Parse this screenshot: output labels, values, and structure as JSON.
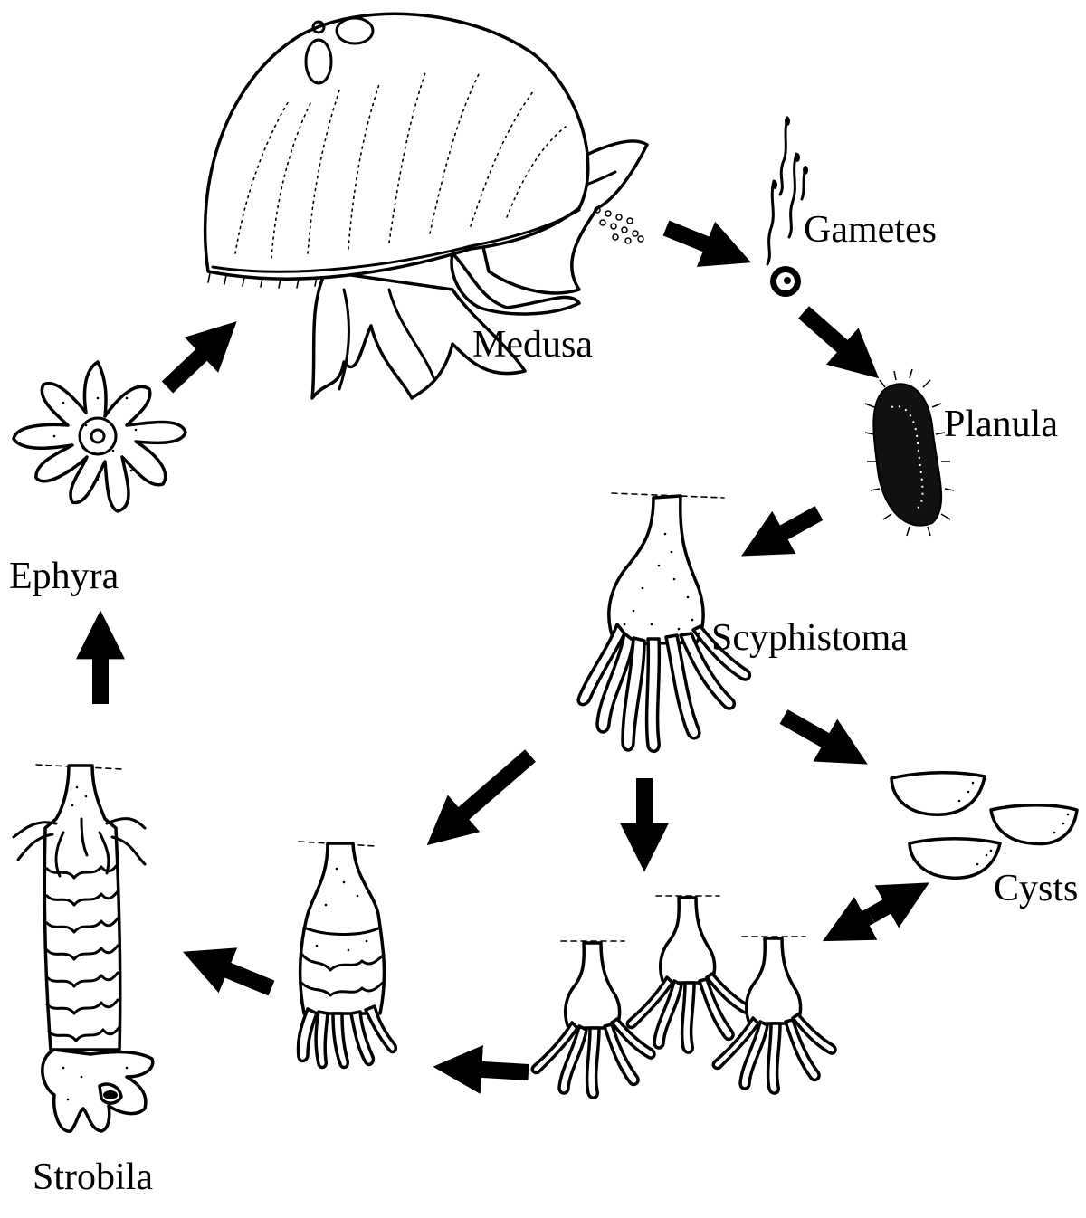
{
  "labels": {
    "medusa": "Medusa",
    "gametes": "Gametes",
    "planula": "Planula",
    "scyphistoma": "Scyphistoma",
    "cysts": "Cysts",
    "ephyra": "Ephyra",
    "strobila": "Strobila"
  }
}
